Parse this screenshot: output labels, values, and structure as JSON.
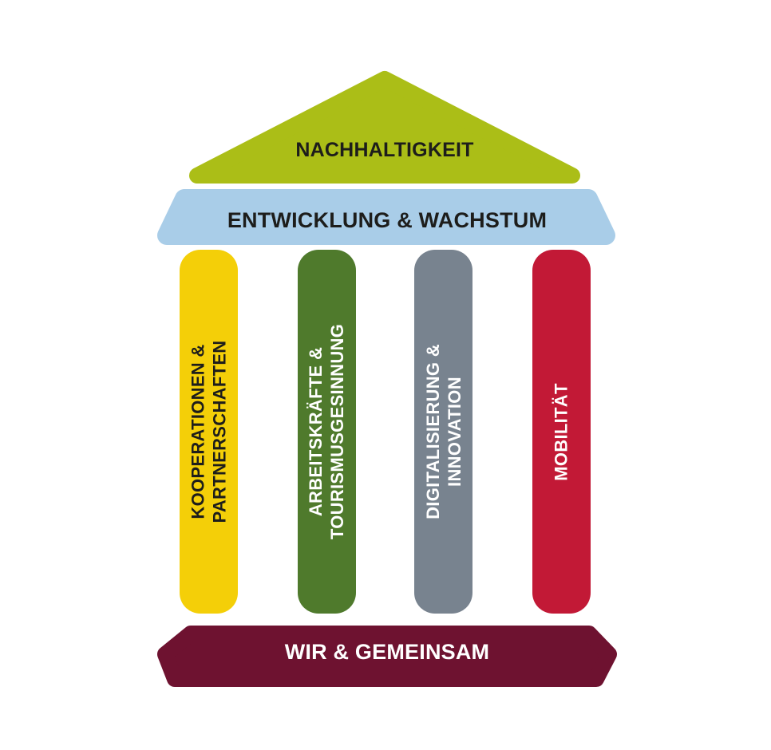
{
  "diagram": {
    "title_semantic": "temple-pillar-strategy-diagram",
    "roof": {
      "label": "NACHHALTIGKEIT",
      "color": "#ABBE17",
      "text_color": "#1D1D1B"
    },
    "beam": {
      "label": "ENTWICKLUNG & WACHSTUM",
      "color": "#A9CDE8",
      "text_color": "#1D1D1B"
    },
    "pillars": [
      {
        "id": "kooperationen-partnerschaften",
        "lines": [
          "KOOPERATIONEN &",
          "PARTNERSCHAFTEN"
        ],
        "color": "#F4CF08",
        "text_color": "#1D1D1B"
      },
      {
        "id": "arbeitskraefte-tourismusgesinnung",
        "lines": [
          "ARBEITSKRÄFTE &",
          "TOURISMUSGESINNUNG"
        ],
        "color": "#4F7A2C",
        "text_color": "#FFFFFF"
      },
      {
        "id": "digitalisierung-innovation",
        "lines": [
          "DIGITALISIERUNG &",
          "INNOVATION"
        ],
        "color": "#78838F",
        "text_color": "#FFFFFF"
      },
      {
        "id": "mobilitaet",
        "lines": [
          "MOBILITÄT"
        ],
        "color": "#C21936",
        "text_color": "#FFFFFF"
      }
    ],
    "base": {
      "label": "WIR & GEMEINSAM",
      "color": "#6E1230",
      "text_color": "#FFFFFF"
    }
  }
}
